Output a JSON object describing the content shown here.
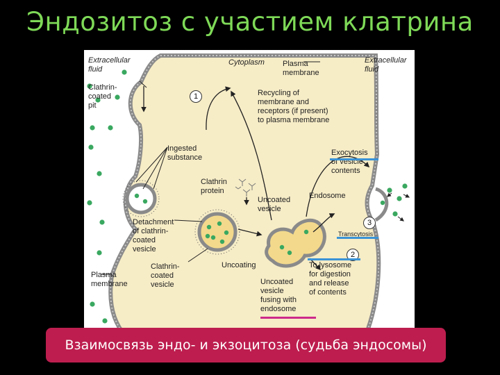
{
  "slide_title": "Эндозитоз с участием клатрина",
  "caption": "Взаимосвязь эндо- и экзоцитоза (судьба эндосомы)",
  "colors": {
    "title_green": "#7ed957",
    "caption_bg": "#bd1e4f",
    "cytoplasm": "#f6ecc6",
    "membrane": "#9c9c9c",
    "particle": "#3aa860",
    "vesicle_fill": "#f3d98c",
    "highlight_blue": "#3a93d6",
    "highlight_magenta": "#cc2a8a"
  },
  "labels": {
    "extracellular_left": "Extracellular\nfluid",
    "cytoplasm": "Cytoplasm",
    "plasma_membrane_top": "Plasma\nmembrane",
    "extracellular_right": "Extracellular\nfluid",
    "clathrin_pit": "Clathrin-\ncoated\npit",
    "recycling": "Recycling of\nmembrane and\nreceptors (if present)\nto plasma membrane",
    "ingested": "Ingested\nsubstance",
    "exocytosis": "Exocytosis\nof vesicle\ncontents",
    "clathrin_protein": "Clathrin\nprotein",
    "uncoated_vesicle": "Uncoated\nvesicle",
    "endosome": "Endosome",
    "detachment": "Detachment\nof clathrin-\ncoated\nvesicle",
    "transcytosis": "Transcytosis",
    "plasma_membrane_bottom": "Plasma\nmembrane",
    "clathrin_coated_vesicle": "Clathrin-\ncoated\nvesicle",
    "uncoating": "Uncoating",
    "to_lysosome": "To lysosome\nfor digestion\nand release\nof contents",
    "uncoated_fusing": "Uncoated\nvesicle\nfusing with\nendosome",
    "step_1": "1",
    "step_2": "2",
    "step_3": "3"
  }
}
